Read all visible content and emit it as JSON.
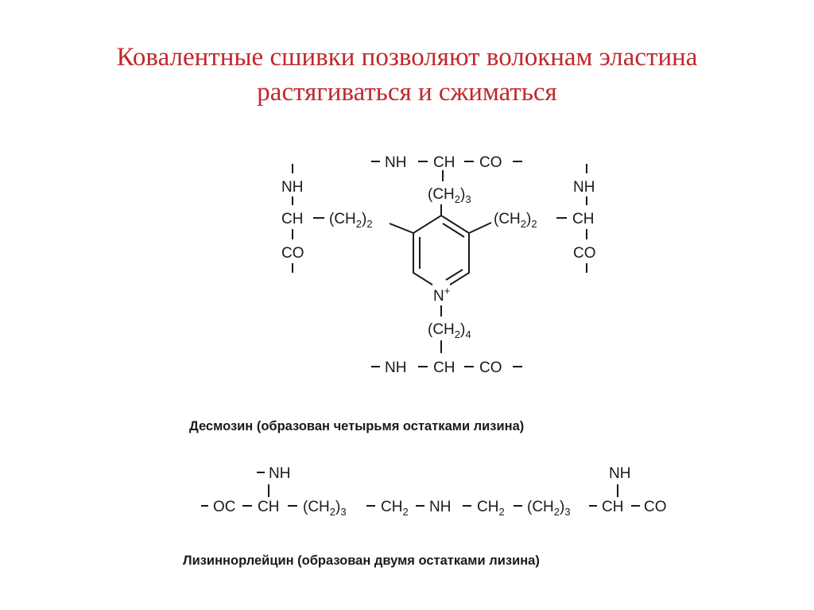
{
  "slide": {
    "title_line1": "Ковалентные сшивки позволяют волокнам эластина",
    "title_line2": "растягиваться и сжиматься",
    "title_color": "#c0282d"
  },
  "desmosine": {
    "top": {
      "nh": "NH",
      "ch": "CH",
      "co": "CO",
      "chain": "(CH",
      "sub2": "2",
      "close": ")",
      "n": "3"
    },
    "left": {
      "nh": "NH",
      "ch": "CH",
      "co": "CO",
      "chain": "(CH",
      "sub2": "2",
      "close": ")",
      "n": "2"
    },
    "right": {
      "nh": "NH",
      "ch": "CH",
      "co": "CO",
      "chain": "(CH",
      "sub2": "2",
      "close": ")",
      "n": "2"
    },
    "ring_n": "N",
    "ring_n_charge": "+",
    "bottom": {
      "nh": "NH",
      "ch": "CH",
      "co": "CO",
      "chain": "(CH",
      "sub2": "2",
      "close": ")",
      "n": "4"
    },
    "caption": "Десмозин (образован четырьмя остатками лизина)"
  },
  "lysinonorleucine": {
    "nh_left": "NH",
    "nh_right": "NH",
    "oc": "OC",
    "ch_left": "CH",
    "chain_left": {
      "open": "(CH",
      "sub2": "2",
      "close": ")",
      "n": "3"
    },
    "ch2_left": {
      "text": "CH",
      "sub": "2"
    },
    "nh_mid": "NH",
    "ch2_right": {
      "text": "CH",
      "sub": "2"
    },
    "chain_right": {
      "open": "(CH",
      "sub2": "2",
      "close": ")",
      "n": "3"
    },
    "ch_right": "CH",
    "co": "CO",
    "caption": "Лизиннорлейцин (образован двумя остатками лизина)"
  }
}
